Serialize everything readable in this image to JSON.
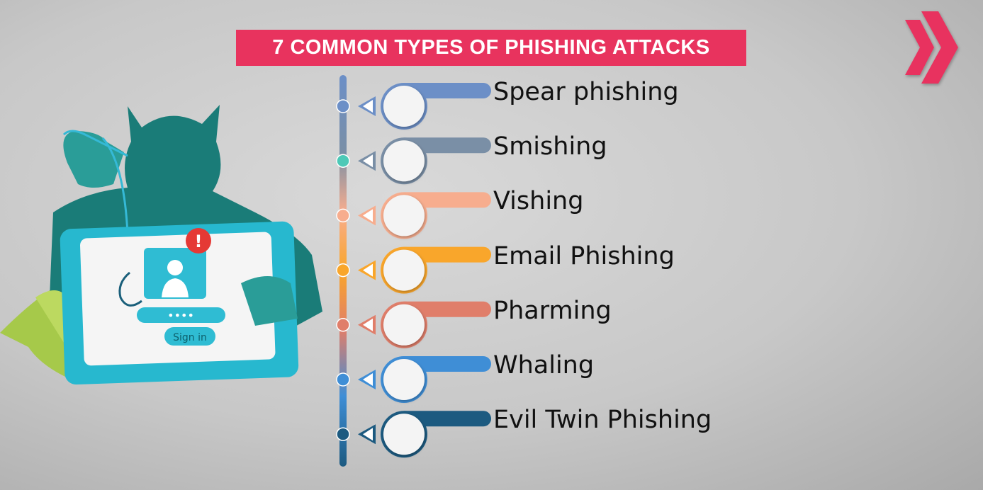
{
  "title": "7 COMMON TYPES OF PHISHING ATTACKS",
  "illustration": {
    "button_label": "Sign in",
    "password_mask": "••••",
    "alert_symbol": "!"
  },
  "logo": {
    "icon": "double-chevron-right-icon",
    "color": "#e8335e"
  },
  "items": [
    {
      "label": "Spear phishing",
      "color": "#6c8fc7",
      "dot_color": "#6c8fc7"
    },
    {
      "label": "Smishing",
      "color": "#7a8fa6",
      "dot_color": "#4dc9b7"
    },
    {
      "label": "Vishing",
      "color": "#f7ad8e",
      "dot_color": "#f7ad8e"
    },
    {
      "label": "Email Phishing",
      "color": "#f9a62b",
      "dot_color": "#f9a62b"
    },
    {
      "label": "Pharming",
      "color": "#e07e6a",
      "dot_color": "#e07e6a"
    },
    {
      "label": "Whaling",
      "color": "#3f8ed6",
      "dot_color": "#3f8ed6"
    },
    {
      "label": "Evil Twin Phishing",
      "color": "#1c5a80",
      "dot_color": "#1c5a80"
    }
  ]
}
